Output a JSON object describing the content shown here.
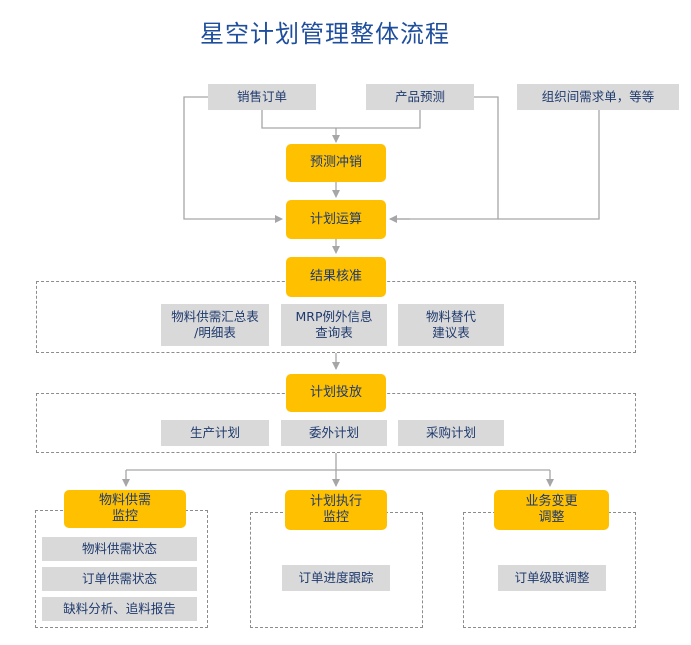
{
  "title": "星空计划管理整体流程",
  "inputs": {
    "sales_order": "销售订单",
    "product_forecast": "产品预测",
    "inter_org_demand": "组织间需求单，等等"
  },
  "steps": {
    "forecast_offset": "预测冲销",
    "plan_calc": "计划运算",
    "result_approve": "结果核准",
    "plan_release": "计划投放"
  },
  "approve_outputs": {
    "material_summary": "物料供需汇总表\n/明细表",
    "mrp_exception": "MRP例外信息\n查询表",
    "material_substitute": "物料替代\n建议表"
  },
  "release_outputs": {
    "production_plan": "生产计划",
    "outsourcing_plan": "委外计划",
    "purchase_plan": "采购计划"
  },
  "monitor": {
    "material_supply": {
      "title": "物料供需\n监控",
      "items": [
        "物料供需状态",
        "订单供需状态",
        "缺料分析、追料报告"
      ]
    },
    "plan_execution": {
      "title": "计划执行\n监控",
      "items": [
        "订单进度跟踪"
      ]
    },
    "business_change": {
      "title": "业务变更\n调整",
      "items": [
        "订单级联调整"
      ]
    }
  },
  "colors": {
    "step_fill": "#ffc000",
    "box_fill": "#d9d9d9",
    "title_color": "#1f4e9c",
    "text_color": "#1f3a6e",
    "line_color": "#a6a6a6"
  }
}
